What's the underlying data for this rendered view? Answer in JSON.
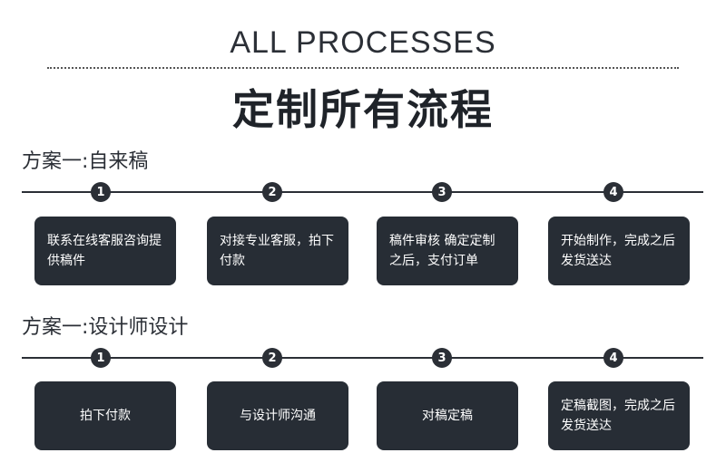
{
  "header": {
    "en_title": "ALL PROCESSES",
    "cn_title": "定制所有流程"
  },
  "plans": [
    {
      "title": "方案一:自来稿",
      "steps": [
        {
          "num": "1",
          "text": "联系在线客服咨询提供稿件"
        },
        {
          "num": "2",
          "text": "对接专业客服，拍下付款"
        },
        {
          "num": "3",
          "text": "稿件审核 确定定制之后，支付订单"
        },
        {
          "num": "4",
          "text": "开始制作，完成之后发货送达"
        }
      ]
    },
    {
      "title": "方案一:设计师设计",
      "steps": [
        {
          "num": "1",
          "text": "拍下付款"
        },
        {
          "num": "2",
          "text": "与设计师沟通"
        },
        {
          "num": "3",
          "text": "对稿定稿"
        },
        {
          "num": "4",
          "text": "定稿截图，完成之后发货送达"
        }
      ]
    }
  ]
}
